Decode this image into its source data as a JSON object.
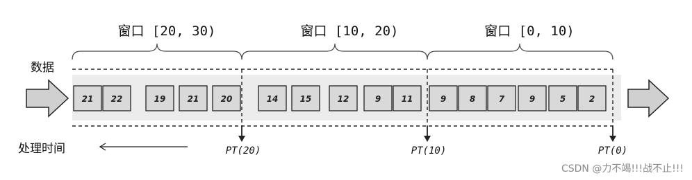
{
  "data_label": "数据",
  "processing_time_label": "处理时间",
  "windows": [
    {
      "label": "窗口 [20, 30)"
    },
    {
      "label": "窗口 [10, 20)"
    },
    {
      "label": "窗口 [0, 10)"
    }
  ],
  "window_events": [
    [
      "21",
      "22",
      "19",
      "21",
      "20"
    ],
    [
      "14",
      "15",
      "12",
      "9",
      "11"
    ],
    [
      "9",
      "8",
      "7",
      "9",
      "5",
      "2"
    ]
  ],
  "pt_markers": [
    {
      "label": "PT(20)"
    },
    {
      "label": "PT(10)"
    },
    {
      "label": "PT(0)"
    }
  ],
  "colors": {
    "band": "#ececec",
    "box": "#d9d9d9",
    "stroke": "#222222",
    "arrow_fill": "#d0d0d0"
  },
  "watermark": "CSDN @力不竭!!!战不止!!!"
}
